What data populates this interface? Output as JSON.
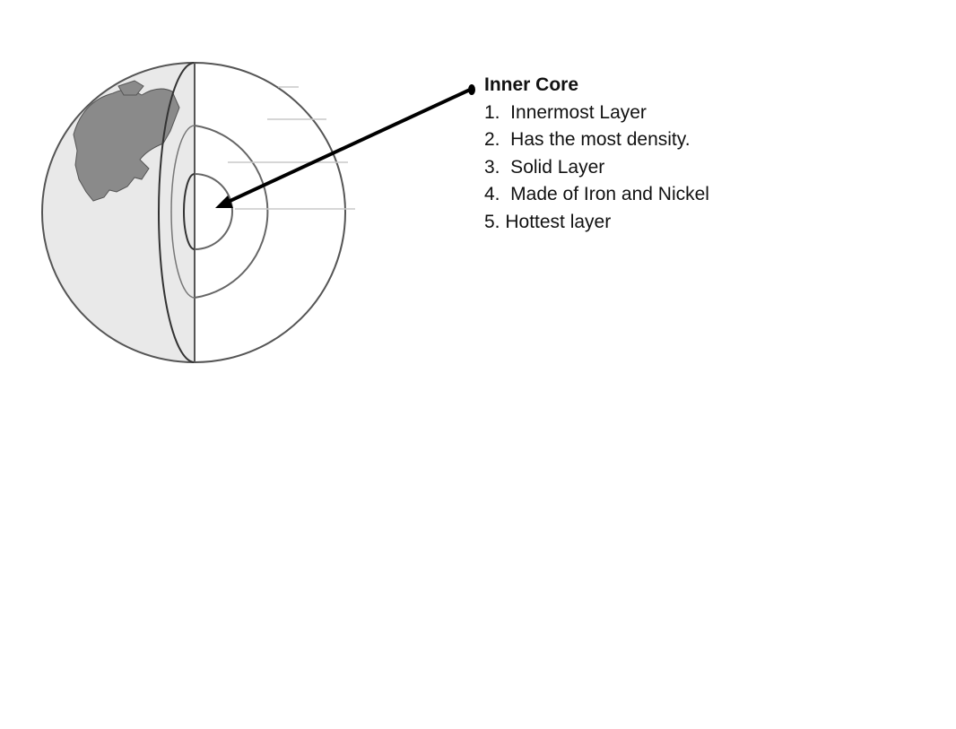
{
  "label": {
    "title": "Inner Core",
    "facts": [
      "1.  Innermost Layer",
      "2.  Has the most density.",
      "3.  Solid Layer",
      "4.  Made of Iron and Nickel",
      "5. Hottest layer"
    ]
  },
  "colors": {
    "ocean": "#e9e9e9",
    "land": "#8a8a8a",
    "outline": "#555555",
    "pointer": "#000000"
  }
}
